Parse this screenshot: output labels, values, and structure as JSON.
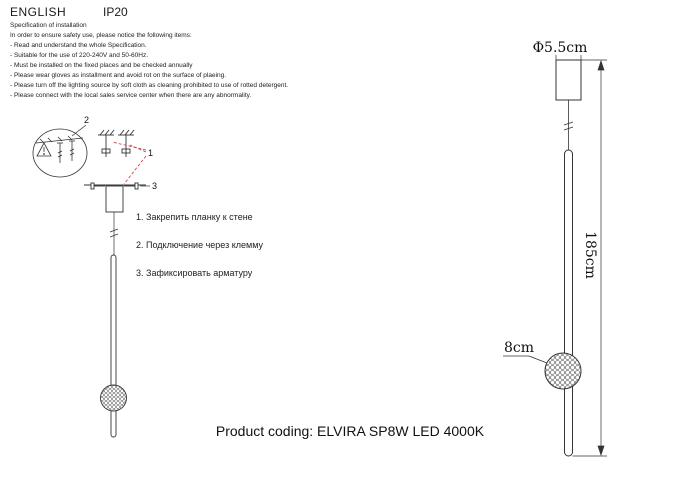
{
  "header": {
    "language": "ENGLISH",
    "ip_rating": "IP20"
  },
  "spec": {
    "title": "Specification of installation",
    "intro": "In order to ensure safety use, please notice the following items:",
    "items": [
      "- Read and understand the whole Specification.",
      "- Suitable for the use of 220-240V and 50-60Hz.",
      "- Must be installed on the fixed places and be checked annually",
      "- Please wear gloves as installment and avoid rot on the surface of plaeing.",
      "- Please turn off the lighting source by soft cloth as cleaning prohibited to use of rotted detergent.",
      "- Please connect with the local sales service center when there are any abnormality."
    ]
  },
  "steps": [
    "1. Закрепить планку к стене",
    "2. Подключение через клемму",
    "3. Зафиксировать арматуру"
  ],
  "callouts": {
    "one": "1",
    "two": "2",
    "three": "3"
  },
  "dimensions": {
    "diameter": "Φ5.5cm",
    "height": "185cm",
    "sphere": "8cm"
  },
  "footer": {
    "product_coding": "Product coding: ELVIRA SP8W LED 4000K"
  },
  "colors": {
    "leader_red": "#cc3333",
    "line": "#333333"
  }
}
